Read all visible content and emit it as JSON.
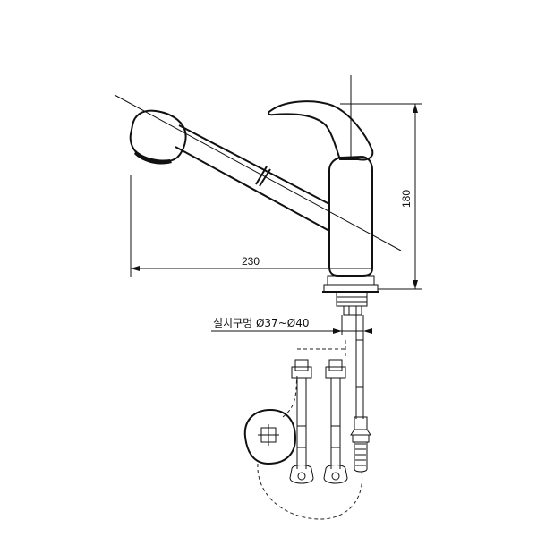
{
  "dimensions": {
    "width_label": "230",
    "height_label": "180",
    "hole_label": "설치구멍 Ø37~Ø40"
  },
  "colors": {
    "line": "#111111",
    "background": "#ffffff"
  }
}
